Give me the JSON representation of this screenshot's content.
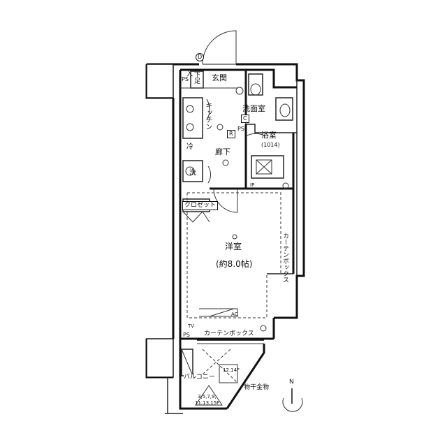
{
  "labels": {
    "genkan": "玄関",
    "kitchen": "キッチン",
    "senmenshitsu": "洗面室",
    "yokushitsu": "浴室",
    "yokushitsu_size": "(1014)",
    "rouka": "廊下",
    "rei": "冷",
    "sen": "洗",
    "closet": "クロゼット",
    "youshitsu": "洋室",
    "youshitsu_size": "(約8.0帖)",
    "curtain_box_right": "カーテンボックス",
    "curtain_box_bottom": "カーテンボックス",
    "balcony": "バルコニー",
    "monohoshi": "物干金物",
    "hatch_note": "12.14F",
    "floors_note_line1": "3,5,7,9,",
    "floors_note_line2": "11,13,15F",
    "shita_ashi_line1": "下足",
    "shita_ashi_line2": "入",
    "north": "N"
  },
  "symbols": {
    "ps_top": "PS",
    "ps_mid": "PS",
    "ps_bottom": "PS",
    "d_marker": "D",
    "r_marker": "R",
    "c_marker": "C",
    "ip_marker": "IP",
    "ac_marker": "AC",
    "tv_marker": "TV"
  }
}
